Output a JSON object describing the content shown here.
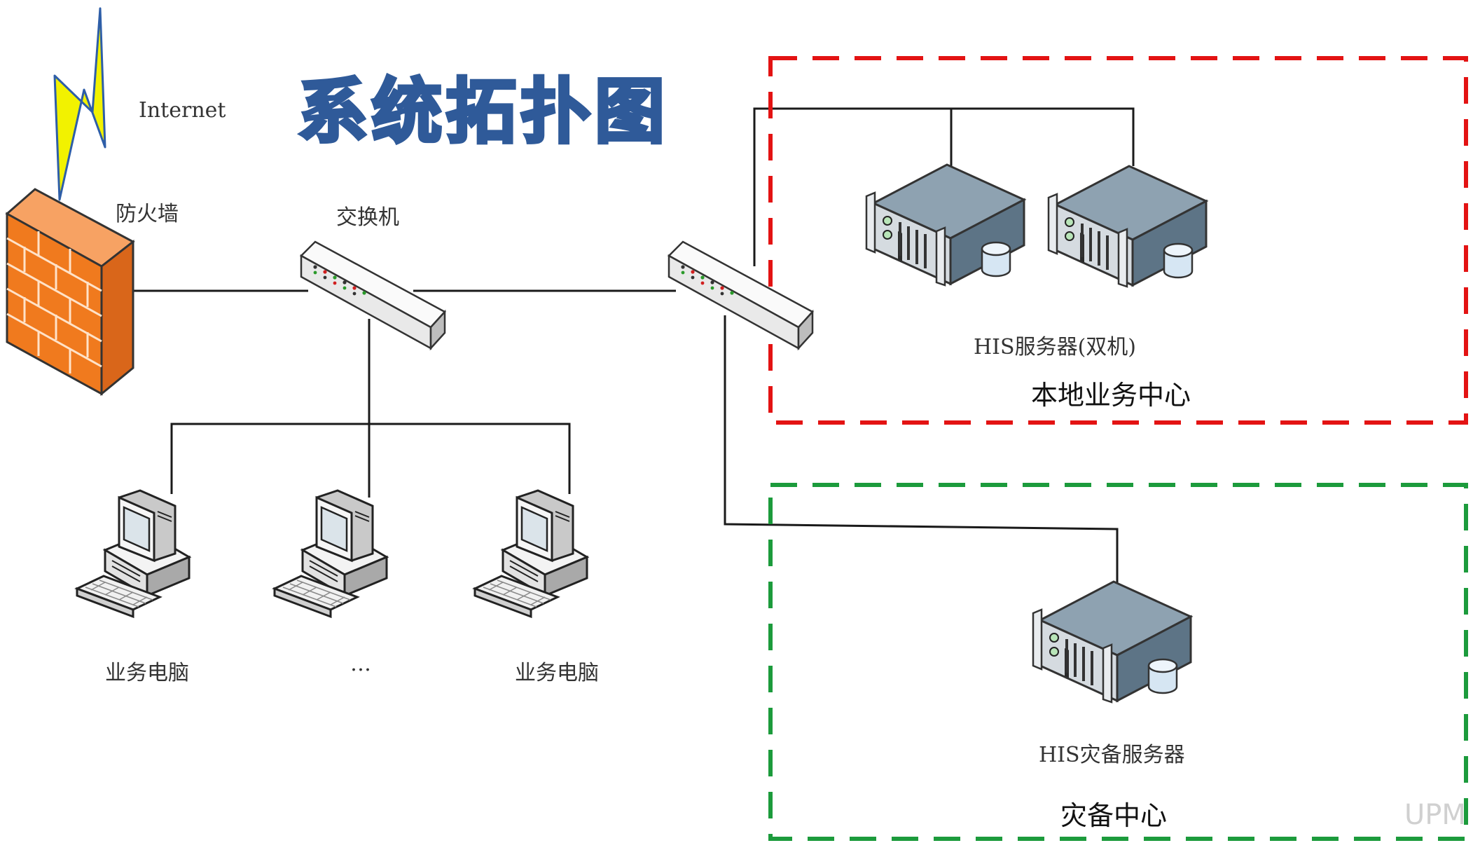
{
  "title": "系统拓扑图",
  "labels": {
    "internet": "Internet",
    "firewall": "防火墙",
    "switch": "交换机",
    "pc_left": "业务电脑",
    "pc_middle": "…",
    "pc_right": "业务电脑",
    "his_dual": "HIS服务器(双机)",
    "local_center": "本地业务中心",
    "his_backup": "HIS灾备服务器",
    "backup_center": "灾备中心"
  },
  "watermark": "UPM",
  "colors": {
    "local_zone_border": "#e31313",
    "backup_zone_border": "#1c9b3c",
    "title_fill": "#eef4fb",
    "title_stroke": "#2f5a99",
    "firewall": "#f07a1e",
    "lightning": "#f2f200",
    "server_body": "#6d8597"
  },
  "icons": [
    "lightning-icon",
    "firewall-icon",
    "switch-icon",
    "computer-icon",
    "server-icon",
    "database-icon"
  ]
}
